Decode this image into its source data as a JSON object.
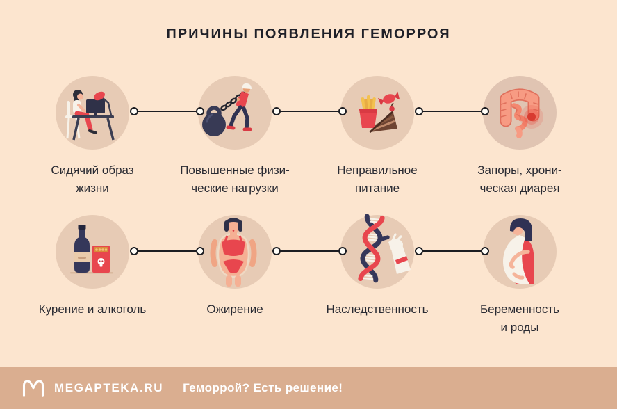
{
  "title": "ПРИЧИНЫ ПОЯВЛЕНИЯ ГЕМОРРОЯ",
  "colors": {
    "background": "#FCE5CF",
    "circle_fill": "#E7CBB5",
    "footer_bar": "#DAAE90",
    "heading_text": "#1F2028",
    "caption_text": "#2A2B33",
    "connector": "#1C1D22",
    "accent_red": "#E8464E",
    "navy": "#35375A",
    "footer_text": "#FFFFFF"
  },
  "items": [
    {
      "icon": "sedentary-lifestyle-illustration",
      "caption": "Сидячий образ\nжизни"
    },
    {
      "icon": "physical-load-illustration",
      "caption": "Повышенные физи-\nческие нагрузки"
    },
    {
      "icon": "junk-food-illustration",
      "caption": "Неправильное\nпитание"
    },
    {
      "icon": "bowel-problems-illustration",
      "caption": "Запоры, хрони-\nческая диарея"
    },
    {
      "icon": "smoking-alcohol-illustration",
      "caption": "Курение и алкоголь"
    },
    {
      "icon": "obesity-illustration",
      "caption": "Ожирение"
    },
    {
      "icon": "dna-heredity-illustration",
      "caption": "Наследственность"
    },
    {
      "icon": "pregnancy-illustration",
      "caption": "Беременность\nи роды"
    }
  ],
  "footer": {
    "logo": "megapteka-logo-icon",
    "brand": "MEGAPTEKA.RU",
    "slogan": "Геморрой? Есть решение!"
  }
}
